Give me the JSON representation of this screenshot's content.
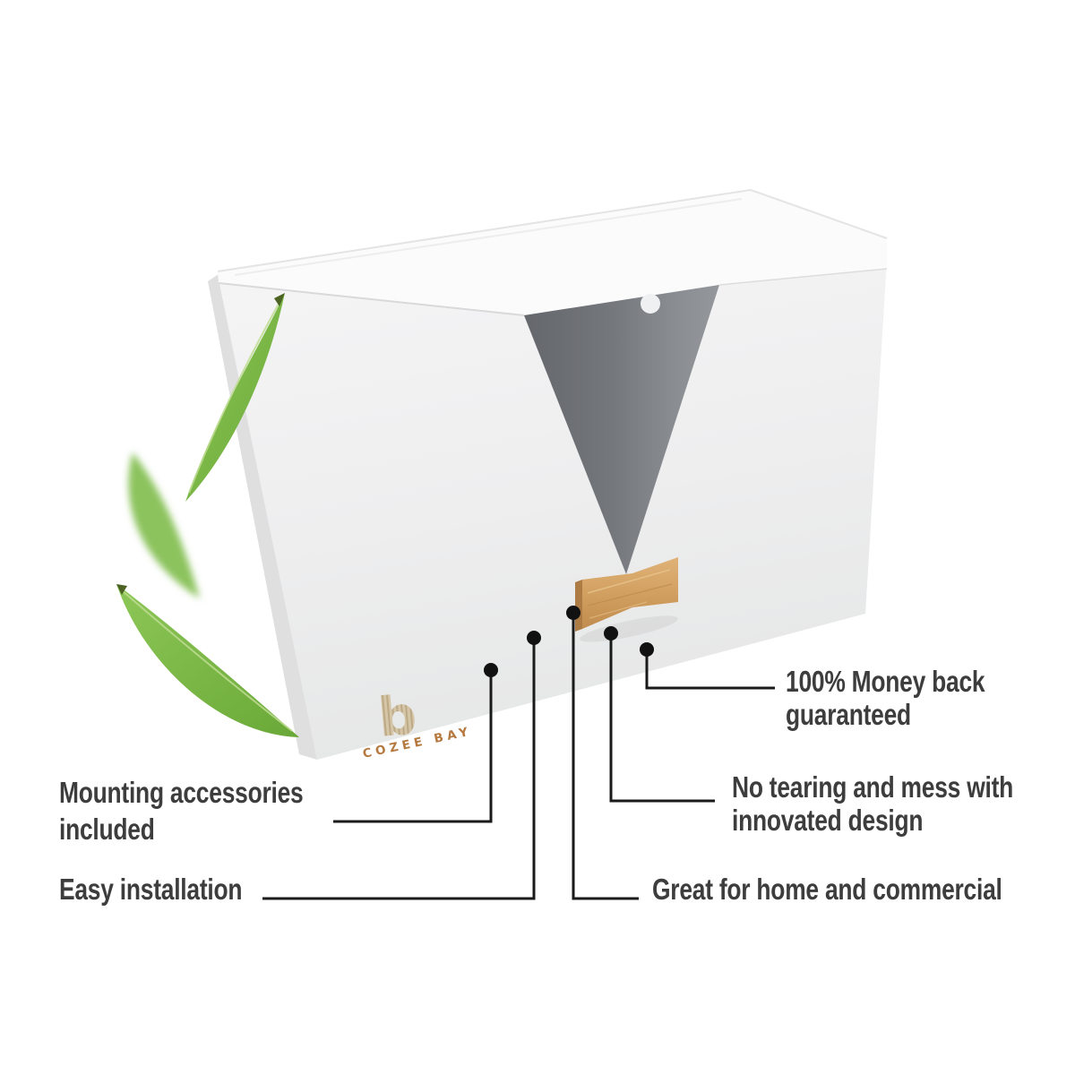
{
  "brand": {
    "logo_glyph": "b",
    "name": "COZEE BAY"
  },
  "callouts": [
    {
      "id": "mounting-accessories",
      "lines": [
        "Mounting accessories",
        "included"
      ]
    },
    {
      "id": "easy-installation",
      "lines": [
        "Easy installation"
      ]
    },
    {
      "id": "great-for-home",
      "lines": [
        "Great for home and commercial"
      ]
    },
    {
      "id": "no-tearing",
      "lines": [
        "No tearing and mess with",
        "innovated design"
      ]
    },
    {
      "id": "money-back",
      "lines": [
        "100% Money back",
        "guaranteed"
      ]
    }
  ],
  "colors": {
    "background": "#ffffff",
    "label_text": "#3d3d3d",
    "callout_line": "#1a1a1a",
    "leaf_green": "#7fbc4a",
    "wood_tan": "#d2a061",
    "logo_text": "#b5793f",
    "box_face": "#ededee",
    "opening_gray": "#75787c"
  }
}
